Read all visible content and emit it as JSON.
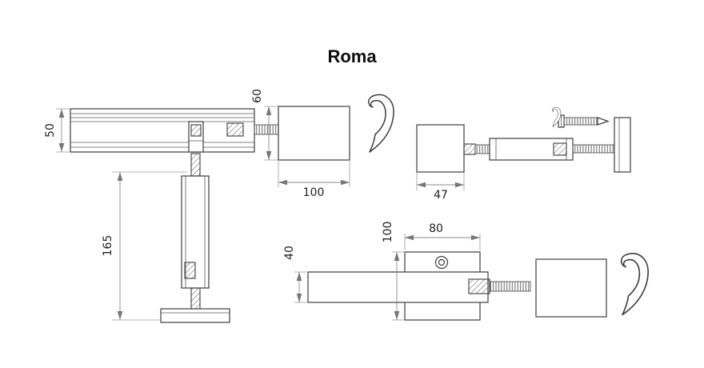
{
  "title": "Roma",
  "views": {
    "track_side": {
      "track_height_mm": "50",
      "end_height_mm": "60",
      "finial_length_mm": "100"
    },
    "endcap": {
      "width_mm": "47"
    },
    "post": {
      "height_mm": "165"
    },
    "bracket_front": {
      "rail_height_mm": "40",
      "plate_height_mm": "100",
      "plate_width_mm": "80"
    }
  }
}
